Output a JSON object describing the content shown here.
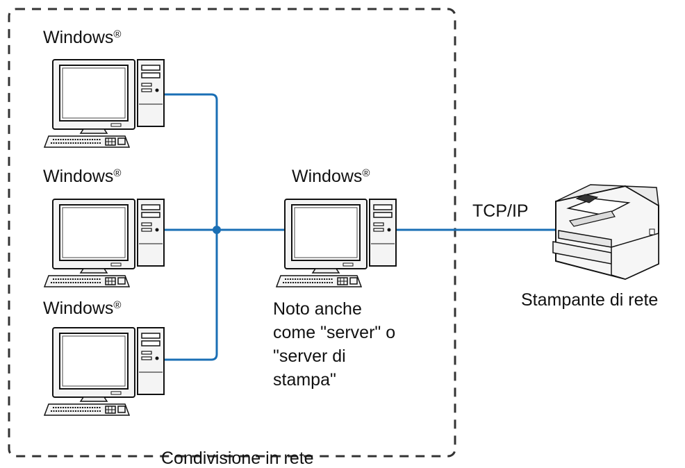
{
  "labels": {
    "client_1": {
      "text": "Windows",
      "mark": "®"
    },
    "client_2": {
      "text": "Windows",
      "mark": "®"
    },
    "client_3": {
      "text": "Windows",
      "mark": "®"
    },
    "server": {
      "text": "Windows",
      "mark": "®"
    },
    "protocol": "TCP/IP",
    "printer": "Stampante di rete",
    "server_note": [
      "Noto anche",
      "come \"server\" o",
      "\"server di",
      "stampa\""
    ],
    "group_caption": "Condivisione in rete"
  },
  "icons": {
    "computer": "desktop-computer-icon",
    "printer": "laser-printer-icon"
  },
  "colors": {
    "network_line": "#1a6fb5",
    "boundary": "#333333"
  }
}
